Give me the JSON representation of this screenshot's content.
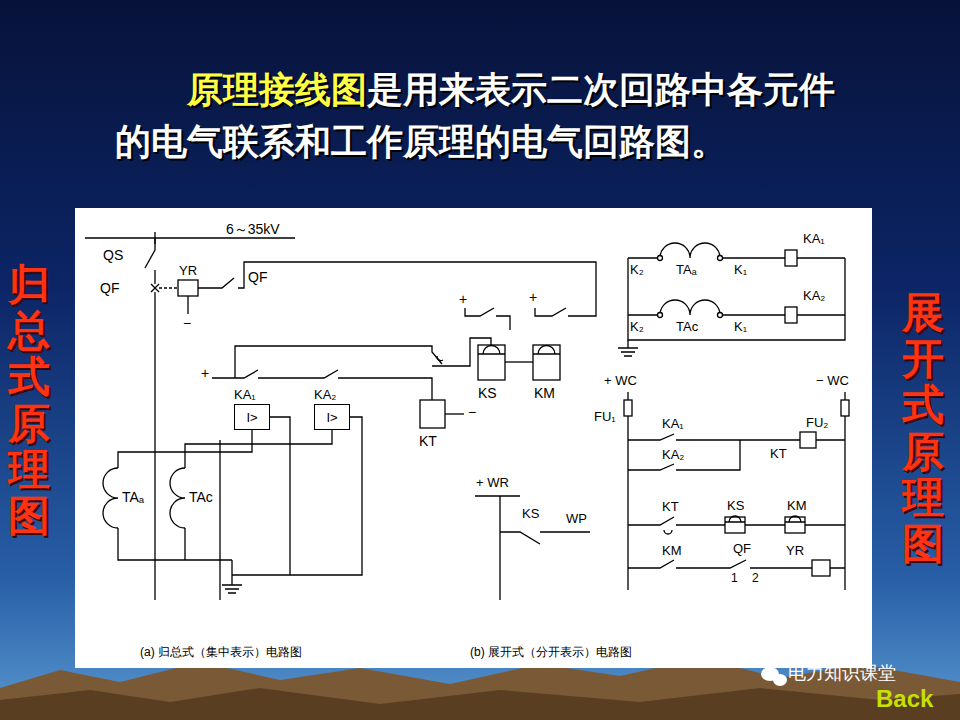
{
  "diagram": {
    "nodes": [
      {
        "text": [
          "KA₁",
          "I>"
        ]
      },
      {
        "text": [
          "KA₂",
          "I>"
        ]
      }
    ],
    "labels": [
      "原理接线图",
      "是用来表示二次回路中各元件的电气联系和工作原理的电气回路图。",
      "归总式原理图",
      "展开式原理图",
      "6～35kV",
      "QS",
      "QF",
      "YR",
      "QF",
      "+",
      "+",
      "+",
      "−",
      "KT",
      "KS",
      "KM",
      "−",
      "TAₐ",
      "TAc",
      "K₂",
      "TAₐ",
      "K₁",
      "KA₁",
      "K₂",
      "TAc",
      "K₁",
      "KA₂",
      "+ WC",
      "− WC",
      "FU₁",
      "FU₂",
      "KA₁",
      "KT",
      "KA₂",
      "KT",
      "KS",
      "KM",
      "KM",
      "QF",
      "1",
      "2",
      "YR",
      "+ WR",
      "KS",
      "WP",
      "(a) 归总式（集中表示）电路图",
      "(b) 展开式（分开表示）电路图",
      "电力知识课堂",
      "Back"
    ]
  }
}
